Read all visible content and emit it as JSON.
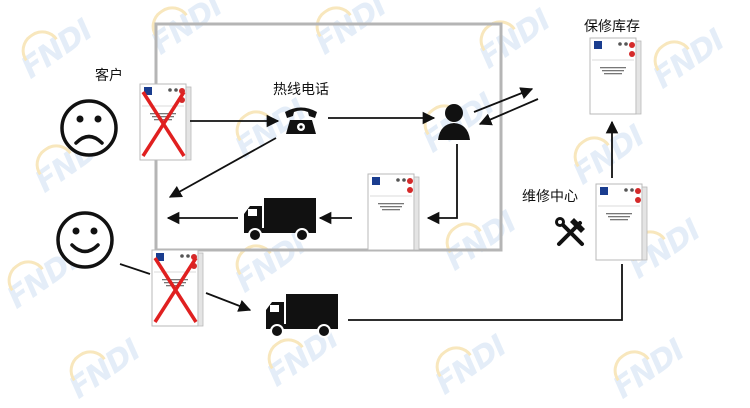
{
  "labels": {
    "customer": "客户",
    "hotline": "热线电话",
    "spare_stock": "保修库存",
    "repair_center": "维修中心"
  },
  "watermark": {
    "text": "FNDI",
    "color": "#dbe8f6",
    "arc_color": "#f6dfa8"
  },
  "icons": {
    "sad_face": "sad-face-icon",
    "happy_face": "happy-face-icon",
    "phone": "telephone-icon",
    "person": "person-icon",
    "truck": "truck-icon",
    "tools": "wrench-hammer-icon",
    "reject": "red-x-mark"
  },
  "colors": {
    "frame": "#b5b5b5",
    "arrow": "#111111",
    "reject_cross": "#e02020",
    "device_screen": "#1a3d8f",
    "device_button": "#d42a2a"
  }
}
